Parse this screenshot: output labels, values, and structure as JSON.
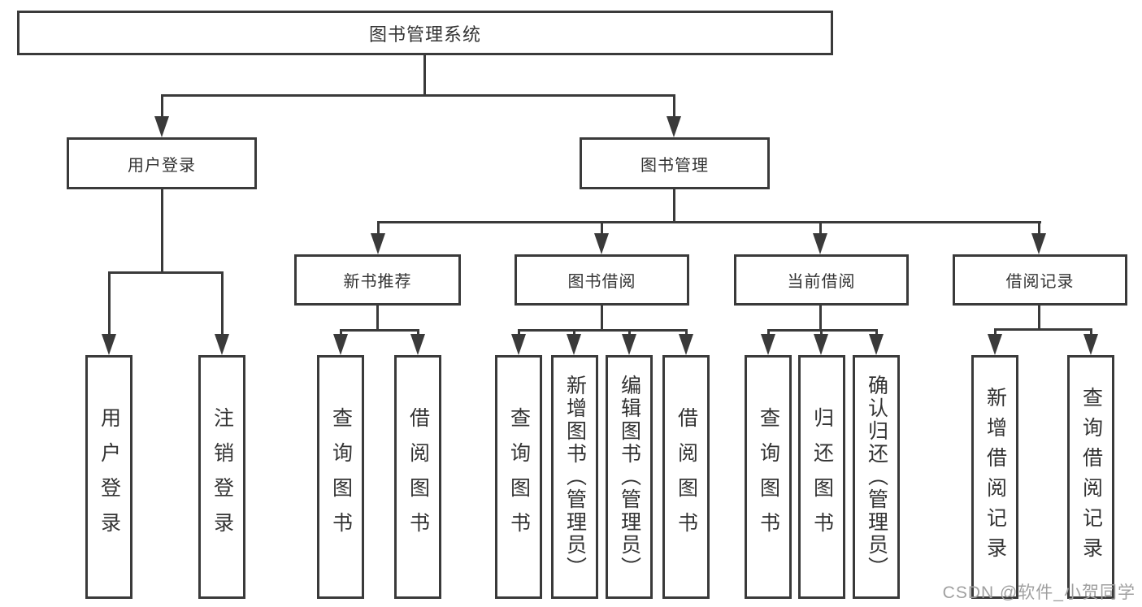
{
  "tree": {
    "root": {
      "label": "图书管理系统"
    },
    "branches": [
      {
        "label": "用户登录",
        "children": [
          {
            "label": "用户登录"
          },
          {
            "label": "注销登录"
          }
        ]
      },
      {
        "label": "图书管理",
        "children": [
          {
            "label": "新书推荐",
            "children": [
              {
                "label": "查询图书"
              },
              {
                "label": "借阅图书"
              }
            ]
          },
          {
            "label": "图书借阅",
            "children": [
              {
                "label": "查询图书"
              },
              {
                "label": "新增图书（管理员）"
              },
              {
                "label": "编辑图书（管理员）"
              },
              {
                "label": "借阅图书"
              }
            ]
          },
          {
            "label": "当前借阅",
            "children": [
              {
                "label": "查询图书"
              },
              {
                "label": "归还图书"
              },
              {
                "label": "确认归还（管理员）"
              }
            ]
          },
          {
            "label": "借阅记录",
            "children": [
              {
                "label": "新增借阅记录"
              },
              {
                "label": "查询借阅记录"
              }
            ]
          }
        ]
      }
    ]
  },
  "watermark": "CSDN @软件_小贺同学",
  "colors": {
    "line": "#3a3a3a",
    "text": "#333333",
    "watermark": "#a0a0a0",
    "bg": "#ffffff"
  }
}
